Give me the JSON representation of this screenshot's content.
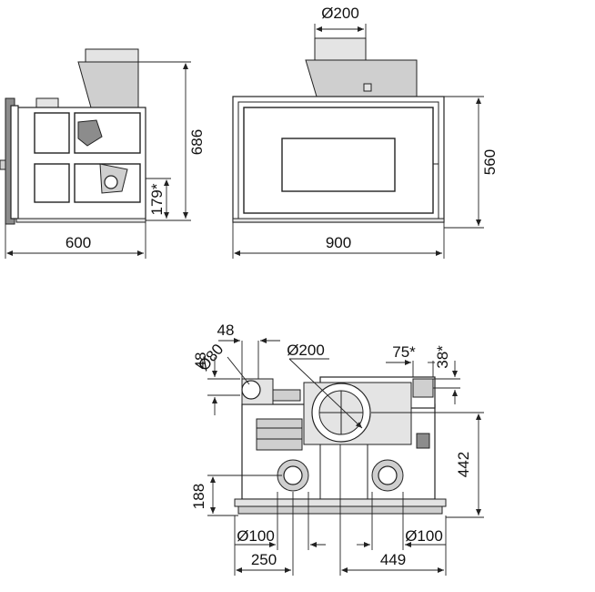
{
  "front_view": {
    "flue_diameter": "Ø200",
    "height": "560",
    "width": "900"
  },
  "side_view": {
    "total_height": "686",
    "lower_offset": "179*",
    "depth": "600"
  },
  "top_view": {
    "offset_48_horizontal": "48",
    "offset_48_vertical": "48",
    "small_flue_diameter": "Ø80",
    "main_flue_diameter": "Ø200",
    "offset_75": "75*",
    "offset_38": "38*",
    "depth": "442",
    "inlet_offset_188": "188",
    "left_inlet_diameter": "Ø100",
    "right_inlet_diameter": "Ø100",
    "left_distance": "250",
    "right_distance": "449"
  },
  "colors": {
    "line": "#222222",
    "fill_grey": "#cfcfcf",
    "fill_light": "#e4e4e4",
    "fill_dark": "#8c8c8c"
  }
}
